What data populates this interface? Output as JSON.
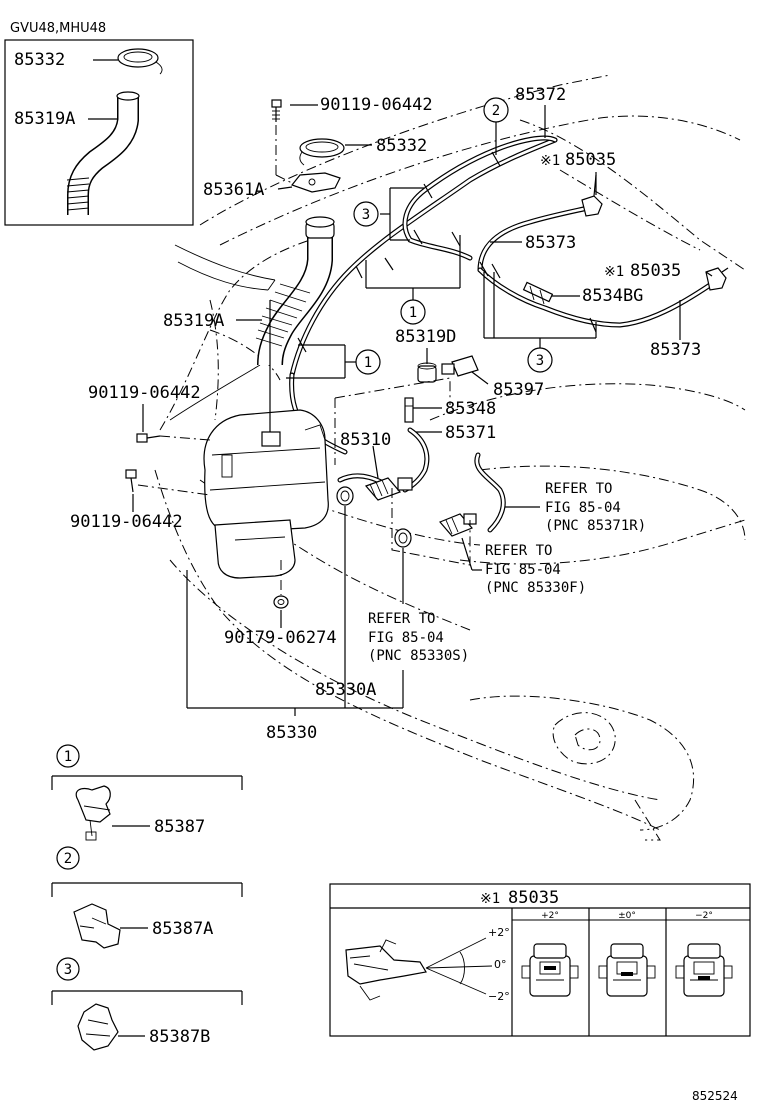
{
  "header": {
    "model_codes": "GVU48,MHU48"
  },
  "footer": {
    "figure_id": "852524"
  },
  "parts": {
    "p85332_inset": "85332",
    "p85319A_inset": "85319A",
    "p90119_top": "90119-06442",
    "p85372": "85372",
    "p85332": "85332",
    "p85035_top": "85035",
    "p85361A": "85361A",
    "p85373_top": "85373",
    "p85035_right": "85035",
    "p8534BG": "8534BG",
    "p85319A": "85319A",
    "p85319D": "85319D",
    "p85373_right": "85373",
    "p85397": "85397",
    "p90119_left": "90119-06442",
    "p85348": "85348",
    "p85310": "85310",
    "p85371": "85371",
    "p90119_lower": "90119-06442",
    "p90179": "90179-06274",
    "p85330A": "85330A",
    "p85330": "85330"
  },
  "note_mark": "※1",
  "callouts": {
    "c1": "1",
    "c2": "2",
    "c3": "3"
  },
  "refer_85371R": {
    "line1": "REFER TO",
    "line2": "FIG 85-04",
    "line3": "(PNC 85371R)"
  },
  "refer_85330F": {
    "line1": "REFER TO",
    "line2": "FIG 85-04",
    "line3": "(PNC 85330F)"
  },
  "refer_85330S": {
    "line1": "REFER TO",
    "line2": "FIG 85-04",
    "line3": "(PNC 85330S)"
  },
  "clips_legend": [
    {
      "num": "1",
      "part": "85387"
    },
    {
      "num": "2",
      "part": "85387A"
    },
    {
      "num": "3",
      "part": "85387B"
    }
  ],
  "nozzle_detail": {
    "title": "85035",
    "angle_plus": "+2°",
    "angle_zero": "0°",
    "angle_minus": "−2°",
    "columns": [
      "+2°",
      "±0°",
      "−2°"
    ]
  }
}
